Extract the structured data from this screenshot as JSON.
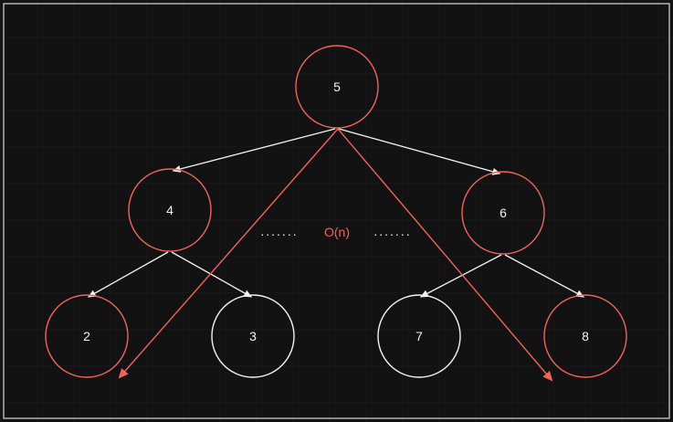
{
  "colors": {
    "background": "#121212",
    "frame": "#d9d9d9",
    "grid": "#1c1c1c",
    "white": "#f2f2f2",
    "red": "#f0645c"
  },
  "nodes": [
    {
      "id": "n5",
      "label": "5",
      "highlight": true
    },
    {
      "id": "n4",
      "label": "4",
      "highlight": true
    },
    {
      "id": "n6",
      "label": "6",
      "highlight": true
    },
    {
      "id": "n2",
      "label": "2",
      "highlight": true
    },
    {
      "id": "n3",
      "label": "3",
      "highlight": false
    },
    {
      "id": "n7",
      "label": "7",
      "highlight": false
    },
    {
      "id": "n8",
      "label": "8",
      "highlight": true
    }
  ],
  "edges": [
    {
      "from": "n5",
      "to": "n4"
    },
    {
      "from": "n5",
      "to": "n6"
    },
    {
      "from": "n4",
      "to": "n2"
    },
    {
      "from": "n4",
      "to": "n3"
    },
    {
      "from": "n6",
      "to": "n7"
    },
    {
      "from": "n6",
      "to": "n8"
    }
  ],
  "search_paths": [
    {
      "from": "n5",
      "toward": "n2"
    },
    {
      "from": "n5",
      "toward": "n8"
    }
  ],
  "annotation": {
    "complexity": "O(n)",
    "left_dots": ".......",
    "right_dots": "......."
  }
}
